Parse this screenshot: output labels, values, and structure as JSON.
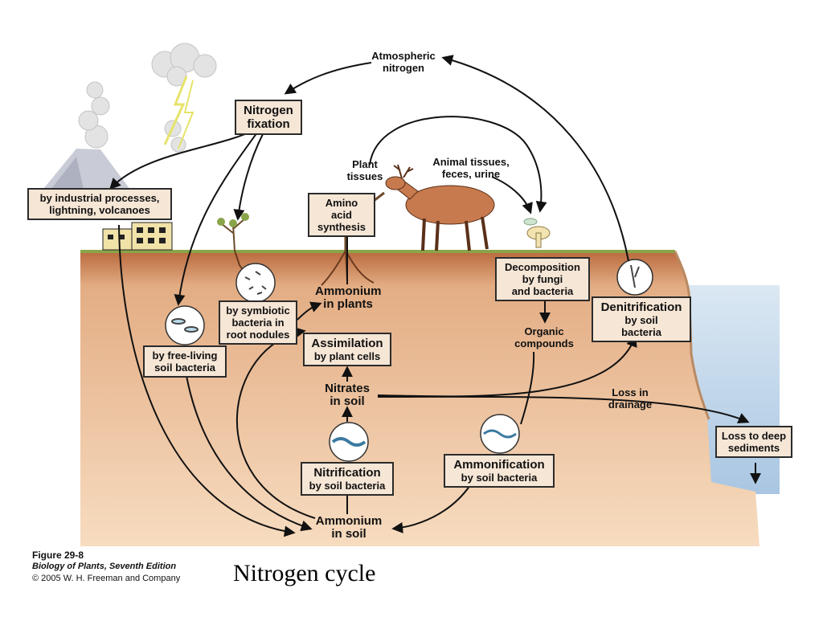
{
  "labels": {
    "atmospheric": [
      "Atmospheric",
      "nitrogen"
    ],
    "fixation": [
      "Nitrogen",
      "fixation"
    ],
    "industrial": [
      "by industrial processes,",
      "lightning, volcanoes"
    ],
    "plant_tissues": [
      "Plant",
      "tissues"
    ],
    "animal_tissues": [
      "Animal tissues,",
      "feces, urine"
    ],
    "amino": [
      "Amino acid",
      "synthesis"
    ],
    "symbiotic": [
      "by symbiotic",
      "bacteria in",
      "root nodules"
    ],
    "free_living": [
      "by free-living",
      "soil bacteria"
    ],
    "ammonium_plants": [
      "Ammonium",
      "in plants"
    ],
    "assimilation": [
      "Assimilation",
      "by plant cells"
    ],
    "nitrates": [
      "Nitrates",
      "in soil"
    ],
    "nitrification": [
      "Nitrification",
      "by soil bacteria"
    ],
    "ammonium_soil": [
      "Ammonium",
      "in soil"
    ],
    "decomposition": [
      "Decomposition",
      "by fungi",
      "and bacteria"
    ],
    "organic": [
      "Organic",
      "compounds"
    ],
    "ammonification": [
      "Ammonification",
      "by soil bacteria"
    ],
    "denitrification": [
      "Denitrification",
      "by soil",
      "bacteria"
    ],
    "loss_drainage": [
      "Loss in",
      "drainage"
    ],
    "loss_sediments": [
      "Loss to deep",
      "sediments"
    ]
  },
  "caption": {
    "figure": "Figure 29-8",
    "book": "Biology of Plants, Seventh Edition",
    "copyright": "© 2005 W. H. Freeman and Company"
  },
  "title": "Nitrogen cycle",
  "colors": {
    "soil": "#f0c9a0",
    "soil_top": "#c77b4b",
    "grass": "#7a9a3a",
    "water": "#b9d3ea",
    "box_fill": "#f6e6d6",
    "arrow": "#111111"
  }
}
